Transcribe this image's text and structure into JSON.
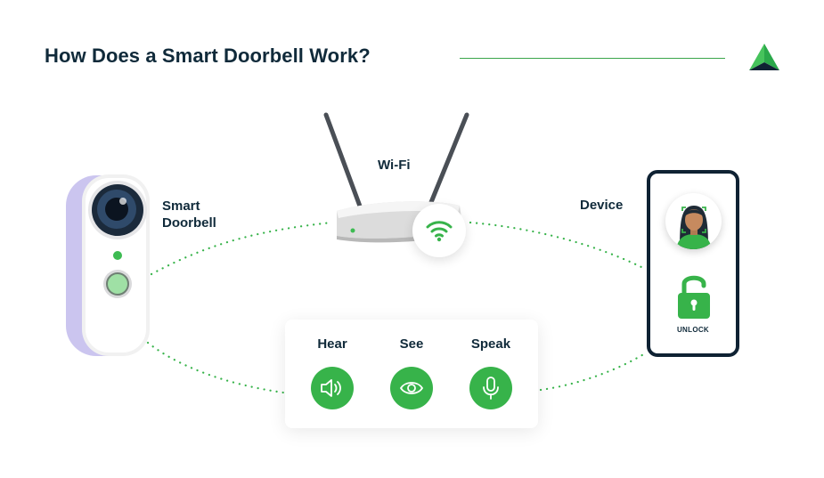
{
  "title": "How Does a Smart Doorbell Work?",
  "colors": {
    "accent": "#37b34a",
    "navy": "#102a3a",
    "doorbell_purple": "#c9c3ec"
  },
  "nodes": {
    "doorbell": {
      "label": "Smart Doorbell"
    },
    "wifi": {
      "label": "Wi-Fi"
    },
    "device": {
      "label": "Device",
      "unlock_text": "UNLOCK"
    }
  },
  "features": [
    {
      "label": "Hear",
      "icon": "speaker-icon"
    },
    {
      "label": "See",
      "icon": "eye-icon"
    },
    {
      "label": "Speak",
      "icon": "microphone-icon"
    }
  ]
}
